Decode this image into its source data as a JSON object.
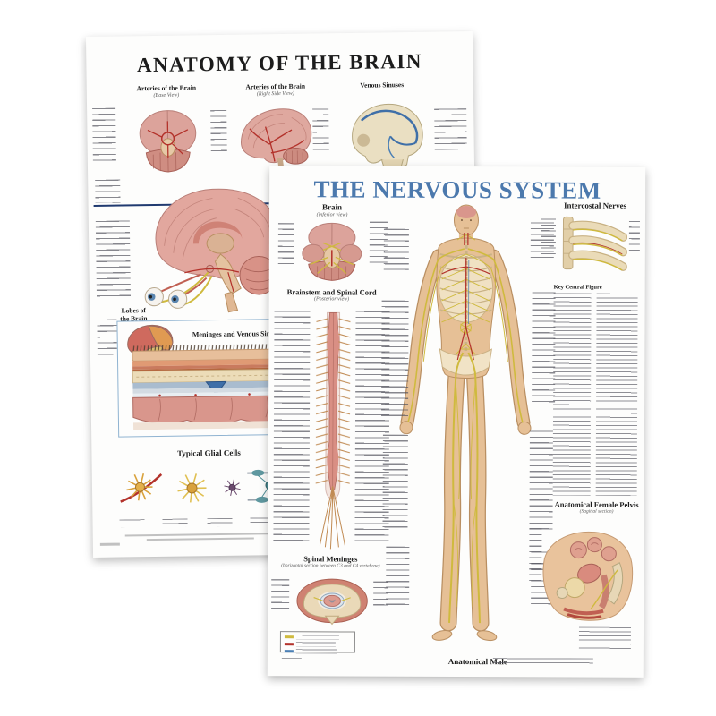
{
  "colors": {
    "nervous_title_blue": "#4c79ad",
    "brain_pink": "#dca39b",
    "artery_red": "#b3322b",
    "vein_blue": "#3f6fa8",
    "nerve_yellow": "#cfba3e",
    "skin_tan": "#e6c096",
    "bone_beige": "#e9d9b8"
  },
  "brain_poster": {
    "title": "ANATOMY OF THE BRAIN",
    "top_row": [
      {
        "label": "Arteries of the Brain",
        "sub": "(Base View)"
      },
      {
        "label": "Arteries of the Brain",
        "sub": "(Right Side View)"
      },
      {
        "label": "Venous Sinuses",
        "sub": ""
      }
    ],
    "lobes_line1": "Lobes of",
    "lobes_line2": "the Brain",
    "meninges_heading": "Meninges and Venous Sinuses",
    "glial_heading": "Typical Glial Cells"
  },
  "nervous_poster": {
    "title": "THE NERVOUS SYSTEM",
    "brain_heading": "Brain",
    "brain_sub": "(inferior view)",
    "brainstem_heading": "Brainstem and Spinal Cord",
    "brainstem_sub": "(Posterior view)",
    "spinal_meninges_heading": "Spinal Meninges",
    "spinal_meninges_sub": "(horizontal section between C3 and C4 vertebrae)",
    "intercostal_heading": "Intercostal Nerves",
    "key_figure_heading": "Key Central Figure",
    "female_pelvis_heading": "Anatomical Female Pelvis",
    "female_pelvis_sub": "(Sagittal section)",
    "male_label": "Anatomical Male"
  }
}
